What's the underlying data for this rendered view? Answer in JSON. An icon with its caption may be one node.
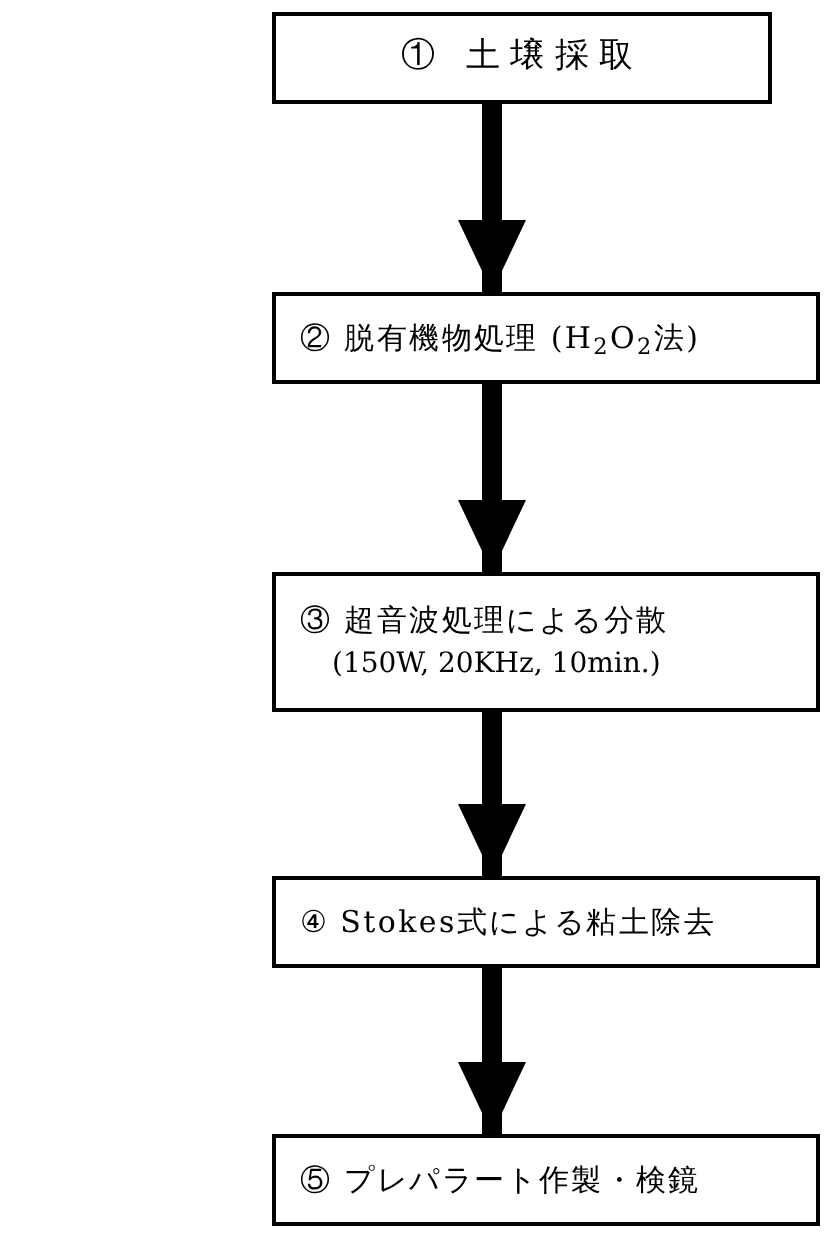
{
  "diagram": {
    "nodes": [
      {
        "text": [
          "① 土壌採取"
        ]
      },
      {
        "text": [
          "② 脱有機物処理 (H$_{2}$O$_{2}$法)"
        ]
      },
      {
        "text": [
          "③ 超音波処理による分散",
          "(150W, 20KHz, 10min.)"
        ]
      },
      {
        "text": [
          "④ Stokes式による粘土除去"
        ]
      },
      {
        "text": [
          "⑤ プレパラート作製・検鏡"
        ]
      }
    ],
    "edges": [
      {
        "from": 0,
        "to": 1,
        "arrow": "to"
      },
      {
        "from": 1,
        "to": 2,
        "arrow": "to"
      },
      {
        "from": 2,
        "to": 3,
        "arrow": "to"
      },
      {
        "from": 3,
        "to": 4,
        "arrow": "to"
      }
    ]
  }
}
